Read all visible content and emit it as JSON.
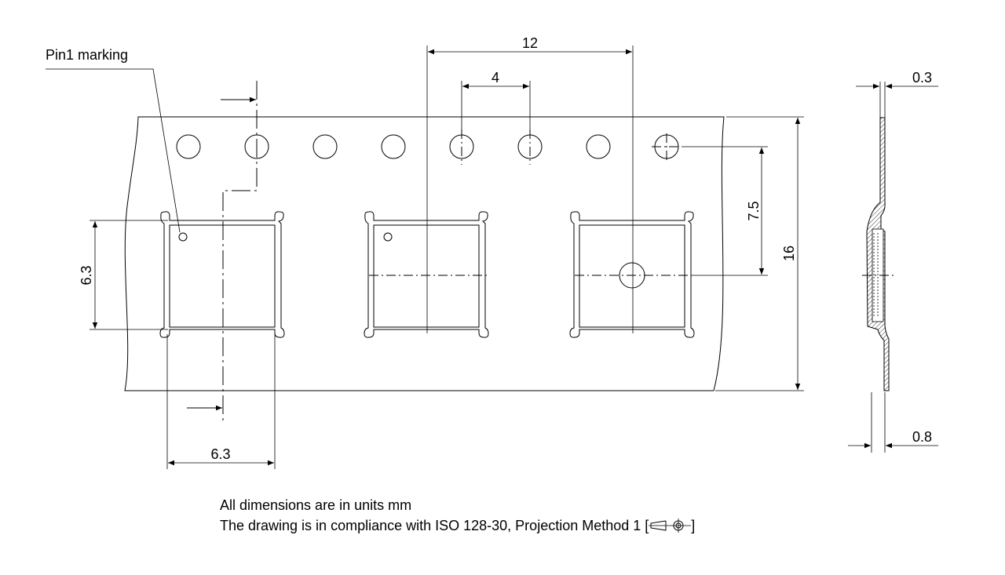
{
  "labels": {
    "pin1": "Pin1 marking",
    "dim_pitch_pocket": "12",
    "dim_pitch_hole": "4",
    "dim_thickness": "0.3",
    "dim_hole_to_pocket": "7.5",
    "dim_width": "16",
    "dim_pocket_height": "6.3",
    "dim_pocket_width": "6.3",
    "dim_depth": "0.8"
  },
  "notes": {
    "units": "All dimensions are in units mm",
    "projection_text": "The drawing is in compliance with ISO 128-30, Projection Method 1 [",
    "projection_close": "]"
  }
}
